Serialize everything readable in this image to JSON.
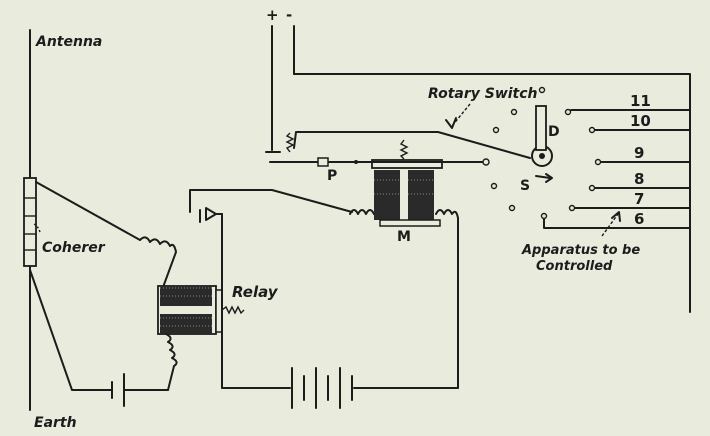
{
  "labels": {
    "antenna": "Antenna",
    "earth": "Earth",
    "coherer": "Coherer",
    "relay": "Relay",
    "rotary_switch": "Rotary Switch",
    "apparatus_line1": "Apparatus to be",
    "apparatus_line2": "Controlled",
    "plus": "+",
    "minus": "-",
    "p": "P",
    "m": "M",
    "d": "D",
    "s": "S"
  },
  "circuit_numbers": [
    "11",
    "10",
    "9",
    "8",
    "7",
    "6"
  ]
}
